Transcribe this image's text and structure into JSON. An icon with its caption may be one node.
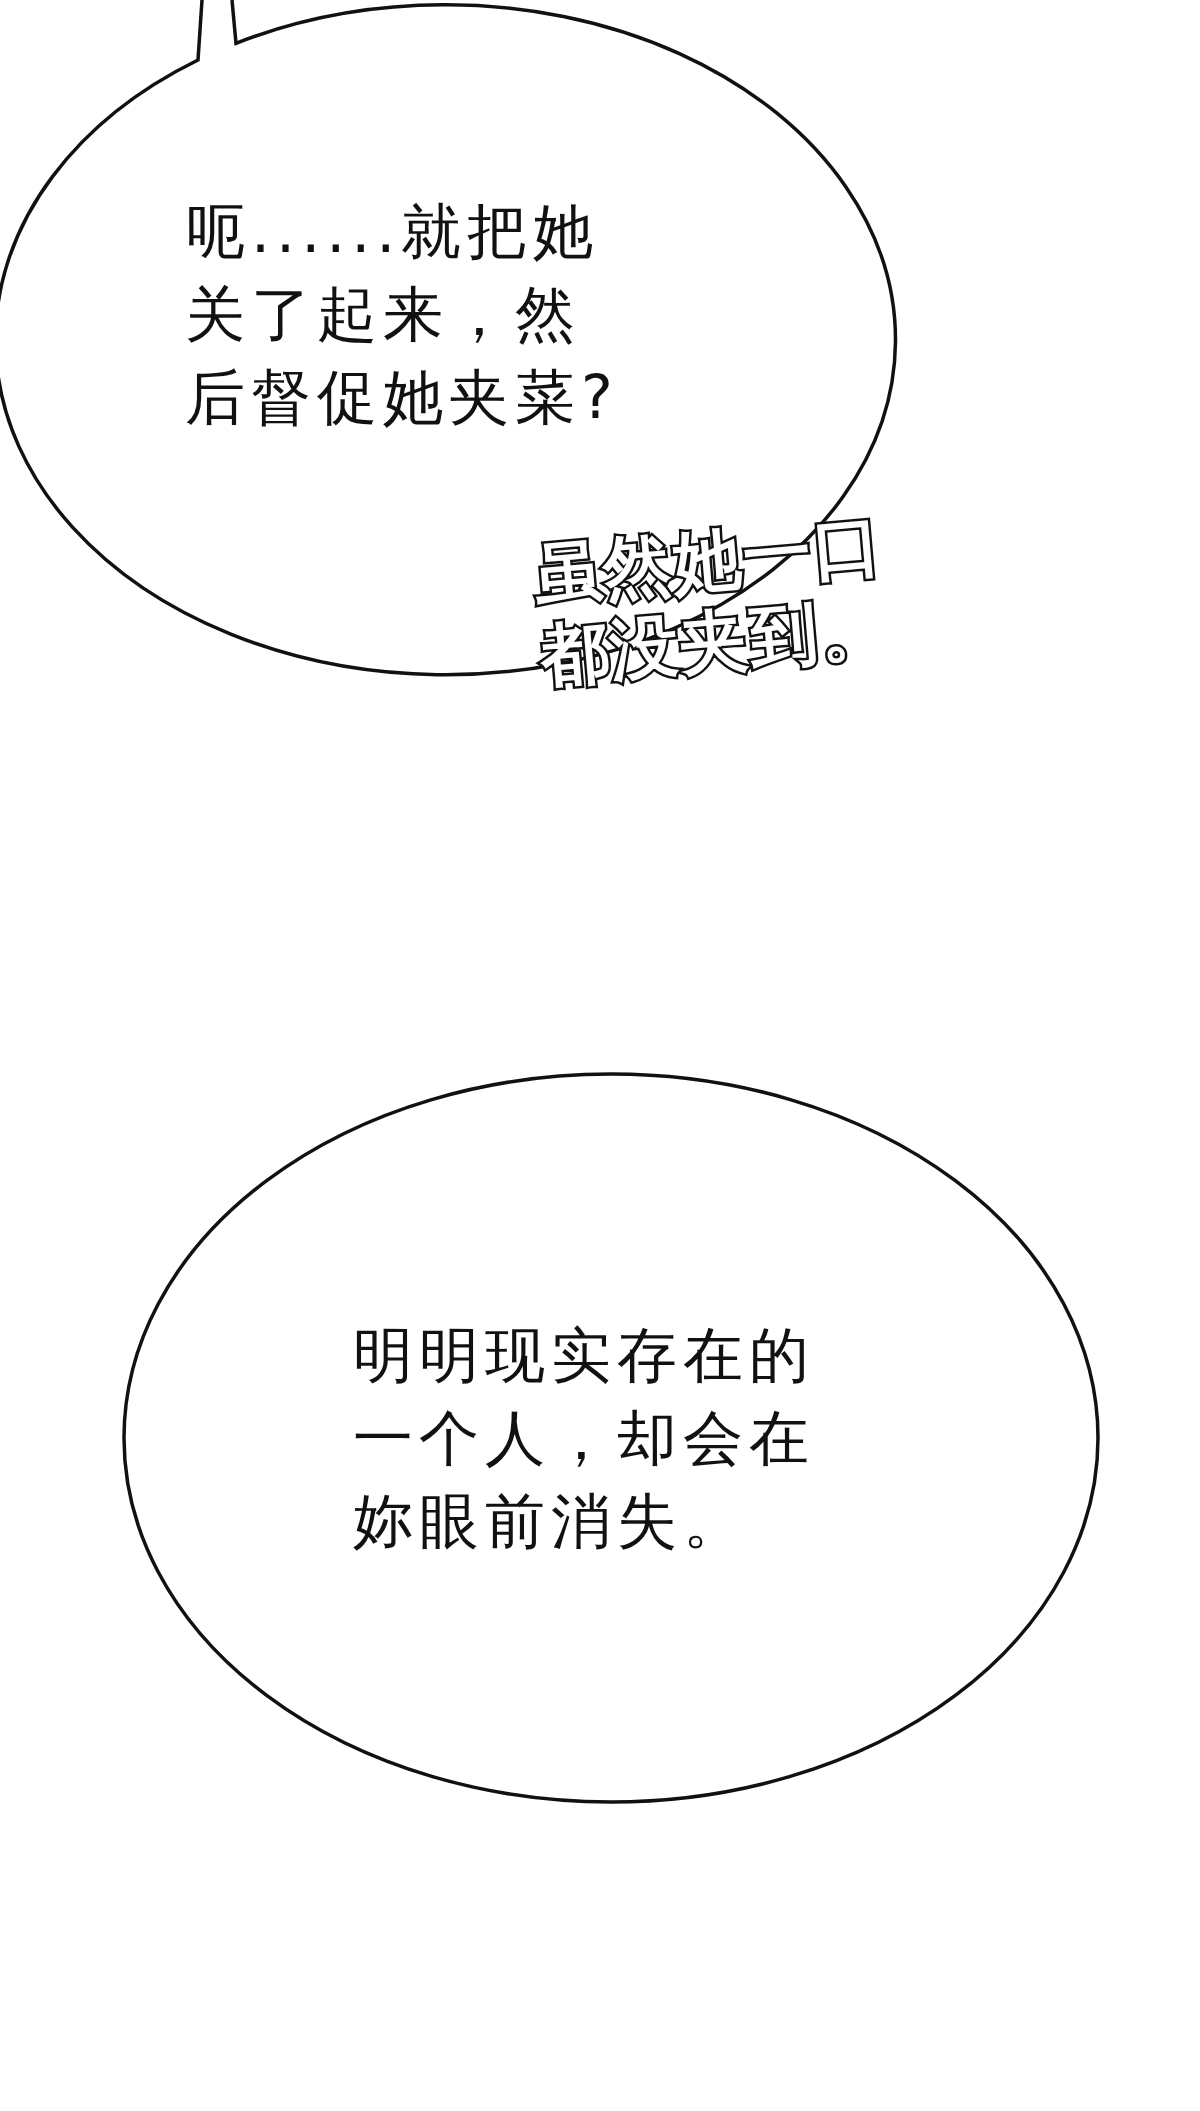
{
  "diagram": {
    "nodes": [
      {
        "text": [
          "呃......就把她关了起来，然后督促她夹菜?"
        ]
      },
      {
        "text": [
          "明明现实存在的一个人，却会在妳眼前消失。"
        ]
      }
    ],
    "labels": [
      "虽然她一口都没夹到。"
    ]
  }
}
